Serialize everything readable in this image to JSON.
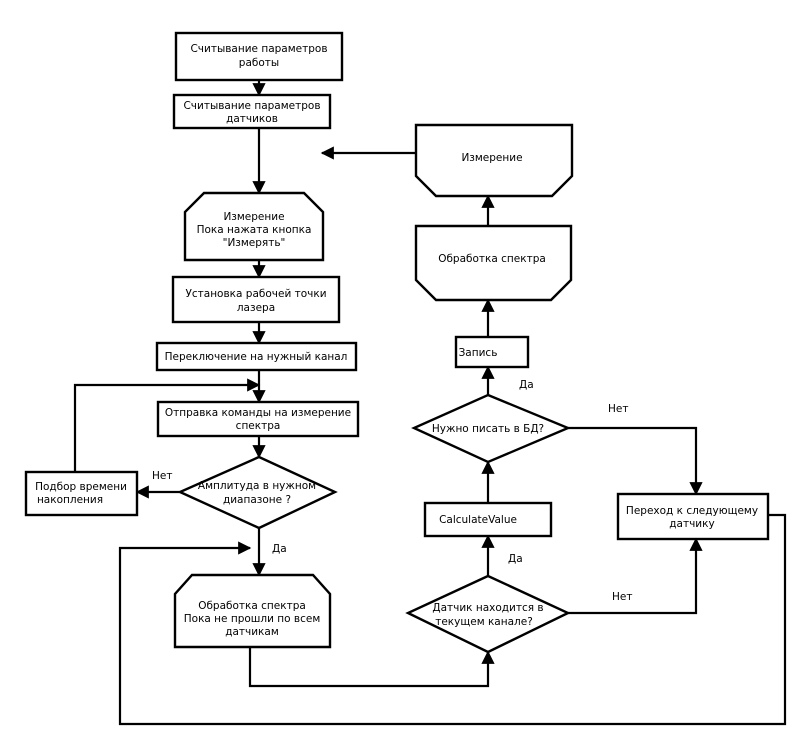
{
  "nodes": {
    "read_work_params": [
      "Считывание параметров",
      "работы"
    ],
    "read_sensor_params": [
      "Считывание параметров",
      "датчиков"
    ],
    "measure_loop_start": [
      "Измерение",
      "Пока нажата кнопка",
      "\"Измерять\""
    ],
    "set_laser_point": [
      "Установка рабочей точки",
      "лазера"
    ],
    "switch_channel": [
      "Переключение на нужный канал"
    ],
    "send_measure_cmd": [
      "Отправка команды на измерение",
      "спектра"
    ],
    "amplitude_check": [
      "Амплитуда в нужном",
      "диапазоне ?"
    ],
    "adjust_accumulation": [
      "Подбор времени",
      "накопления"
    ],
    "spectrum_loop_start": [
      "Обработка спектра",
      "Пока не прошли по всем",
      "датчикам"
    ],
    "sensor_in_channel": [
      "Датчик находится в",
      "текущем канале?"
    ],
    "calculate_value": [
      "CalculateValue"
    ],
    "need_write_db": [
      "Нужно писать в БД?"
    ],
    "write_record": [
      "Запись"
    ],
    "spectrum_loop_end": [
      "Обработка спектра"
    ],
    "measure_loop_end": [
      "Измерение"
    ],
    "next_sensor": [
      "Переход к следующему",
      "датчику"
    ]
  },
  "edge_labels": {
    "amp_no": "Нет",
    "amp_yes": "Да",
    "sensor_yes": "Да",
    "sensor_no": "Нет",
    "db_yes": "Да",
    "db_no": "Нет"
  }
}
